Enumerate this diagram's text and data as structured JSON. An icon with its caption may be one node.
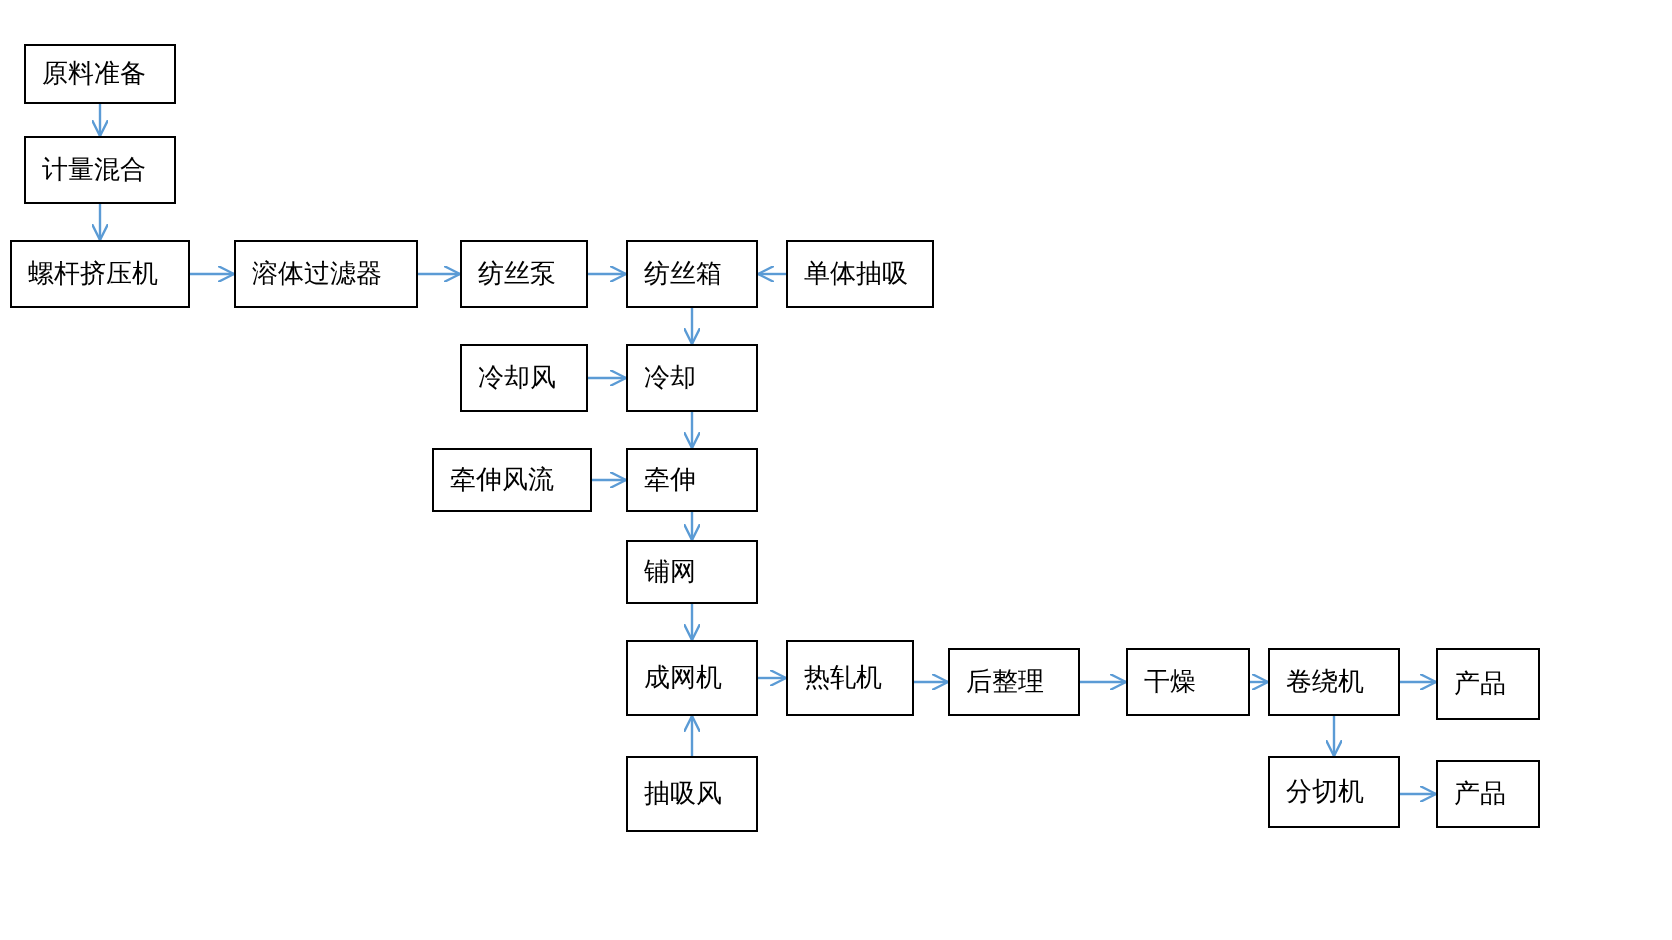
{
  "diagram": {
    "nodes": [
      {
        "text": [
          "原料准备"
        ]
      },
      {
        "text": [
          "计量混合"
        ]
      },
      {
        "text": [
          "螺杆挤压机"
        ]
      },
      {
        "text": [
          "溶体过滤器"
        ]
      },
      {
        "text": [
          "纺丝泵"
        ]
      },
      {
        "text": [
          "纺丝箱"
        ]
      },
      {
        "text": [
          "单体抽吸"
        ]
      },
      {
        "text": [
          "冷却风"
        ]
      },
      {
        "text": [
          "冷却"
        ]
      },
      {
        "text": [
          "牵伸风流"
        ]
      },
      {
        "text": [
          "牵伸"
        ]
      },
      {
        "text": [
          "铺网"
        ]
      },
      {
        "text": [
          "成网机"
        ]
      },
      {
        "text": [
          "热轧机"
        ]
      },
      {
        "text": [
          "后整理"
        ]
      },
      {
        "text": [
          "干燥"
        ]
      },
      {
        "text": [
          "卷绕机"
        ]
      },
      {
        "text": [
          "产品"
        ]
      },
      {
        "text": [
          "抽吸风"
        ]
      },
      {
        "text": [
          "分切机"
        ]
      },
      {
        "text": [
          "产品"
        ]
      }
    ],
    "edges": [
      {
        "from": 0,
        "to": 1,
        "arrow": "to"
      },
      {
        "from": 1,
        "to": 2,
        "arrow": "to"
      },
      {
        "from": 2,
        "to": 3,
        "arrow": "to"
      },
      {
        "from": 3,
        "to": 4,
        "arrow": "to"
      },
      {
        "from": 4,
        "to": 5,
        "arrow": "to"
      },
      {
        "from": 6,
        "to": 5,
        "arrow": "to"
      },
      {
        "from": 5,
        "to": 8,
        "arrow": "to"
      },
      {
        "from": 7,
        "to": 8,
        "arrow": "to"
      },
      {
        "from": 8,
        "to": 10,
        "arrow": "to"
      },
      {
        "from": 9,
        "to": 10,
        "arrow": "to"
      },
      {
        "from": 10,
        "to": 11,
        "arrow": "to"
      },
      {
        "from": 11,
        "to": 12,
        "arrow": "to"
      },
      {
        "from": 18,
        "to": 12,
        "arrow": "to"
      },
      {
        "from": 12,
        "to": 13,
        "arrow": "to"
      },
      {
        "from": 13,
        "to": 14,
        "arrow": "to"
      },
      {
        "from": 14,
        "to": 15,
        "arrow": "to"
      },
      {
        "from": 15,
        "to": 16,
        "arrow": "to"
      },
      {
        "from": 16,
        "to": 17,
        "arrow": "to"
      },
      {
        "from": 16,
        "to": 19,
        "arrow": "to"
      },
      {
        "from": 19,
        "to": 20,
        "arrow": "to"
      }
    ]
  }
}
